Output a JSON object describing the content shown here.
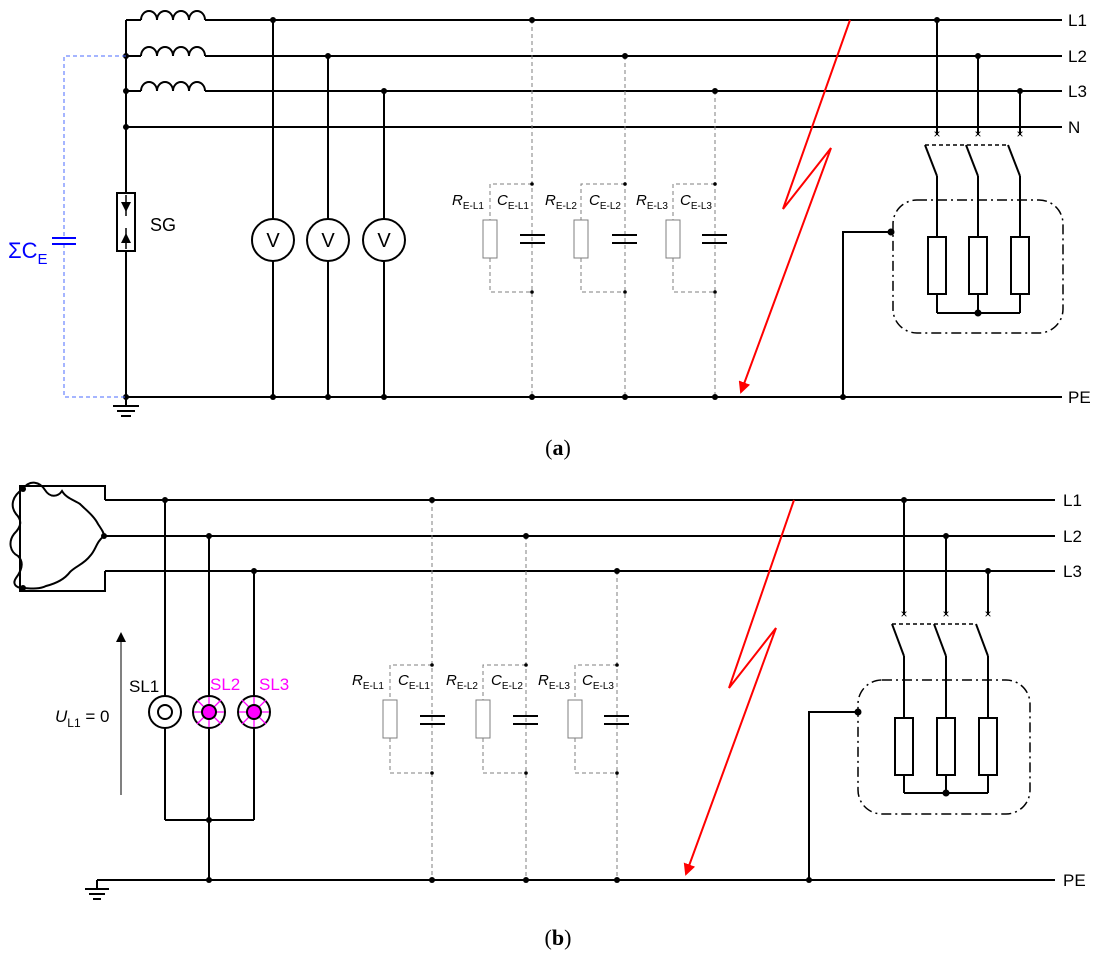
{
  "panel_a": {
    "bus_labels": [
      "L1",
      "L2",
      "L3",
      "N",
      "PE"
    ],
    "sg_label": "SG",
    "sum_c_symbol": "ΣC",
    "sum_c_sub": "E",
    "voltmeter_label": "V",
    "r_labels": [
      {
        "main": "R",
        "sub": "E-L1"
      },
      {
        "main": "R",
        "sub": "E-L2"
      },
      {
        "main": "R",
        "sub": "E-L3"
      }
    ],
    "c_labels": [
      {
        "main": "C",
        "sub": "E-L1"
      },
      {
        "main": "C",
        "sub": "E-L2"
      },
      {
        "main": "C",
        "sub": "E-L3"
      }
    ],
    "caption": "a"
  },
  "panel_b": {
    "bus_labels": [
      "L1",
      "L2",
      "L3",
      "PE"
    ],
    "lamp_labels": [
      "SL1",
      "SL2",
      "SL3"
    ],
    "u_main": "U",
    "u_sub": "L1",
    "u_value": " = 0",
    "r_labels": [
      {
        "main": "R",
        "sub": "E-L1"
      },
      {
        "main": "R",
        "sub": "E-L2"
      },
      {
        "main": "R",
        "sub": "E-L3"
      }
    ],
    "c_labels": [
      {
        "main": "C",
        "sub": "E-L1"
      },
      {
        "main": "C",
        "sub": "E-L2"
      },
      {
        "main": "C",
        "sub": "E-L3"
      }
    ],
    "caption": "b"
  },
  "colors": {
    "wire": "#000000",
    "dashed": "#7f7f7f",
    "fault": "#ff0000",
    "capacitance": "#0000ff",
    "lamp_lit": "#ff00ff"
  }
}
